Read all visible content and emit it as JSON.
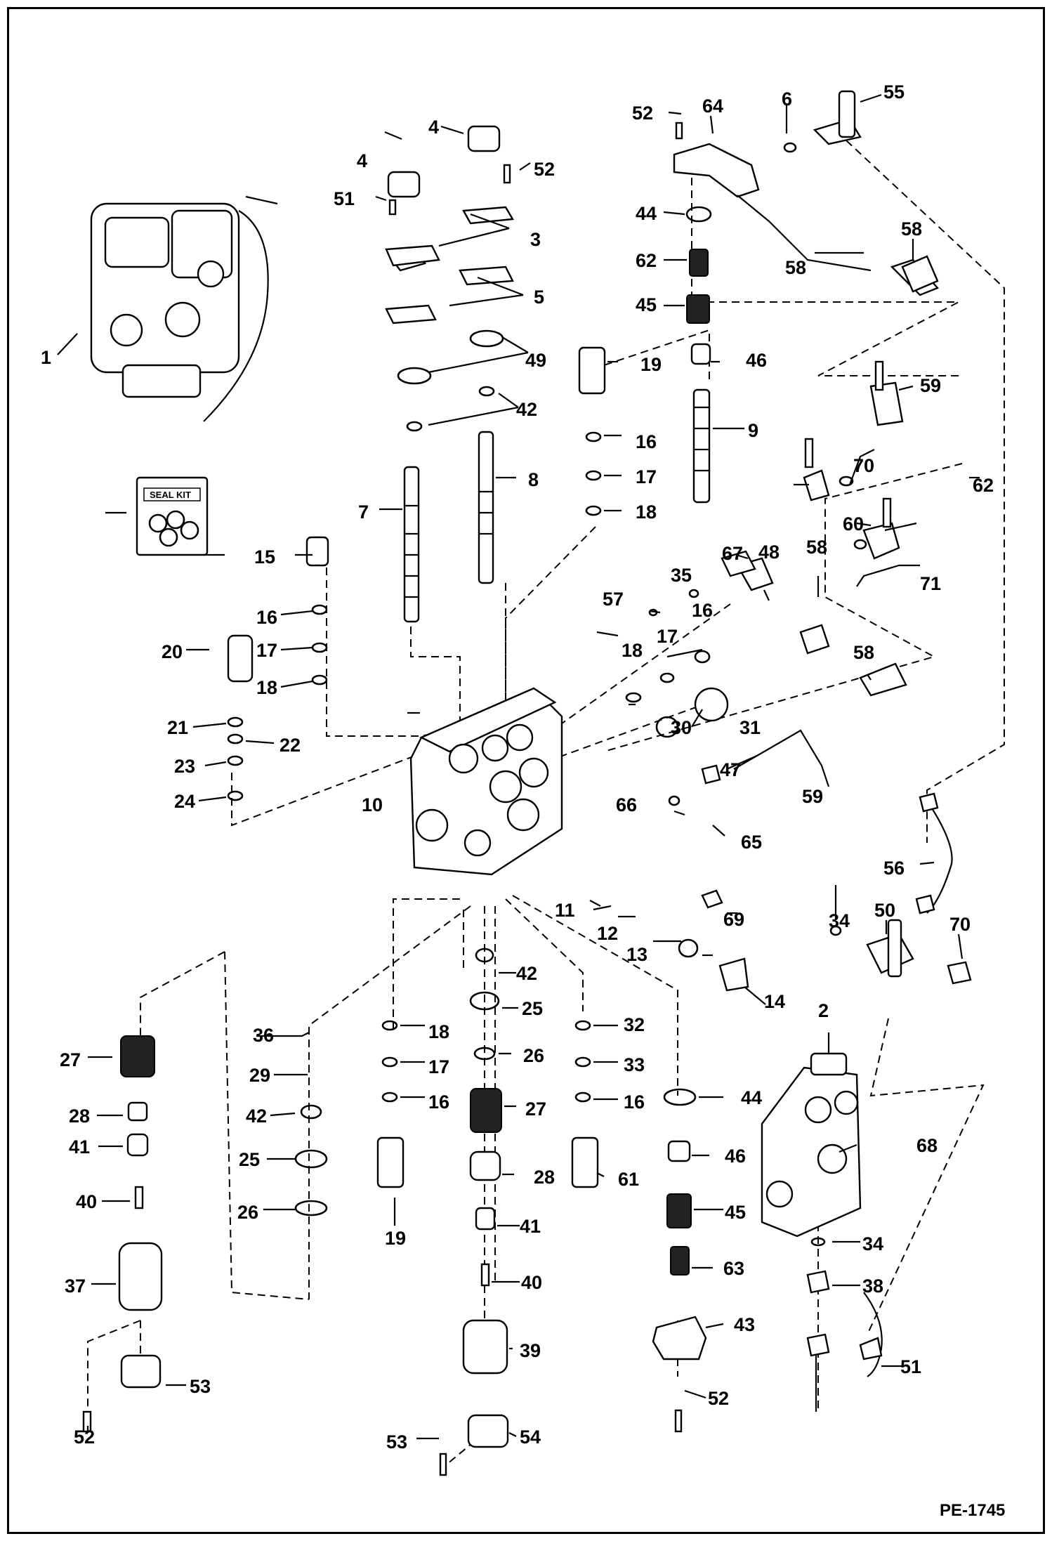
{
  "diagram": {
    "doc_id": "PE-1745",
    "seal_kit_label": "SEAL KIT",
    "callouts": [
      "1",
      "2",
      "3",
      "4",
      "4",
      "5",
      "6",
      "7",
      "8",
      "9",
      "10",
      "11",
      "12",
      "13",
      "14",
      "15",
      "16",
      "16",
      "16",
      "16",
      "16",
      "17",
      "17",
      "17",
      "17",
      "18",
      "18",
      "18",
      "18",
      "19",
      "19",
      "20",
      "21",
      "22",
      "23",
      "24",
      "25",
      "25",
      "26",
      "26",
      "27",
      "27",
      "28",
      "28",
      "29",
      "30",
      "31",
      "32",
      "33",
      "34",
      "34",
      "35",
      "36",
      "37",
      "38",
      "39",
      "40",
      "40",
      "41",
      "41",
      "42",
      "42",
      "42",
      "43",
      "44",
      "44",
      "45",
      "45",
      "46",
      "46",
      "47",
      "48",
      "49",
      "50",
      "51",
      "51",
      "52",
      "52",
      "52",
      "52",
      "53",
      "53",
      "54",
      "55",
      "56",
      "57",
      "58",
      "58",
      "58",
      "58",
      "59",
      "59",
      "60",
      "61",
      "62",
      "62",
      "63",
      "64",
      "65",
      "66",
      "67",
      "68",
      "69",
      "70",
      "70",
      "71"
    ]
  }
}
